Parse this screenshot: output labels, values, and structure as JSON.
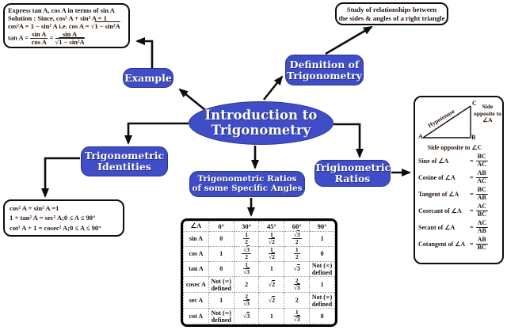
{
  "map": {
    "center": {
      "lines": [
        "Introduction to",
        "Trigonometry"
      ]
    },
    "nodes": {
      "example": {
        "lines": [
          "Example",
          ""
        ]
      },
      "definition": {
        "lines": [
          "Definition of",
          "Trigonometry"
        ]
      },
      "identities": {
        "lines": [
          "Trigonometric",
          "Identities"
        ]
      },
      "specific_angles": {
        "lines": [
          "Trigonometric Ratios",
          "of some Specific Angles"
        ]
      },
      "ratios": {
        "lines": [
          "Triginometric",
          "Ratios"
        ]
      }
    }
  },
  "definition_box": {
    "lines": [
      "Study of relationships between",
      "the sides & angles of a right triangle"
    ]
  },
  "example_box": {
    "lines": [
      "Express tan A, cos A in terms of sin A",
      "Solution : Since, cos² A + sin² A = 1",
      "cos²A = 1 − sin² A i.e. cos A = {r|1 − sin²A}",
      "tan A = {f|sin A|cos A} = {f|sin A|{r|1 − sin²A}}"
    ]
  },
  "identity_box": {
    "lines": [
      "cos² A + sin² A =1",
      "1 + tan² A = sec² A;0 ≤ A ≤ 90°",
      "cot² A + 1 = cosec² A;0 ≤ A ≤ 90°"
    ]
  },
  "ratio_box": {
    "triangle": {
      "vertex_a": "A",
      "vertex_b": "B",
      "vertex_c": "C",
      "hypotenuse_label": "Hypotenuse",
      "right_side_label": "Side opposite to ∠A",
      "bottom_side_label": "Side opposite to ∠C"
    },
    "ratios": [
      {
        "label": "Sine of ∠A",
        "value": "BC/AC"
      },
      {
        "label": "Cosine of ∠A",
        "value": "AB/AC"
      },
      {
        "label": "Tangent of ∠A",
        "value": "BC/AB"
      },
      {
        "label": "Cosecant of ∠A",
        "value": "AC/BC"
      },
      {
        "label": "Secant of ∠A",
        "value": "AC/AB"
      },
      {
        "label": "Cotangent of ∠A",
        "value": "AB/BC"
      }
    ]
  },
  "angle_table": {
    "type": "table",
    "headers": [
      "∠A",
      "0°",
      "30°",
      "45°",
      "60°",
      "90°"
    ],
    "rows": [
      {
        "label": "sin A",
        "cells": [
          "0",
          "1/2",
          "1/√2",
          "√3/2",
          "1"
        ]
      },
      {
        "label": "cos A",
        "cells": [
          "1",
          "√3/2",
          "1/√2",
          "1/2",
          "0"
        ]
      },
      {
        "label": "tan A",
        "cells": [
          "0",
          "1/√3",
          "1",
          "√3",
          "Not (∞) defined"
        ]
      },
      {
        "label": "cosec A",
        "cells": [
          "Not (∞) defined",
          "2",
          "√2",
          "2/√3",
          "1"
        ]
      },
      {
        "label": "sec A",
        "cells": [
          "1",
          "2/√3",
          "√2",
          "2",
          "Not (∞) defined"
        ]
      },
      {
        "label": "cot A",
        "cells": [
          "Not (∞) defined",
          "√3",
          "1",
          "1/√3",
          "0"
        ]
      }
    ]
  },
  "colors": {
    "node_fill": "#3f4ec7",
    "node_border": "#2c3390",
    "node_text": "#fffef6",
    "connector": "#0d0d0d",
    "box_border": "#0d0d0d",
    "table_grid": "#9a9a9a"
  }
}
